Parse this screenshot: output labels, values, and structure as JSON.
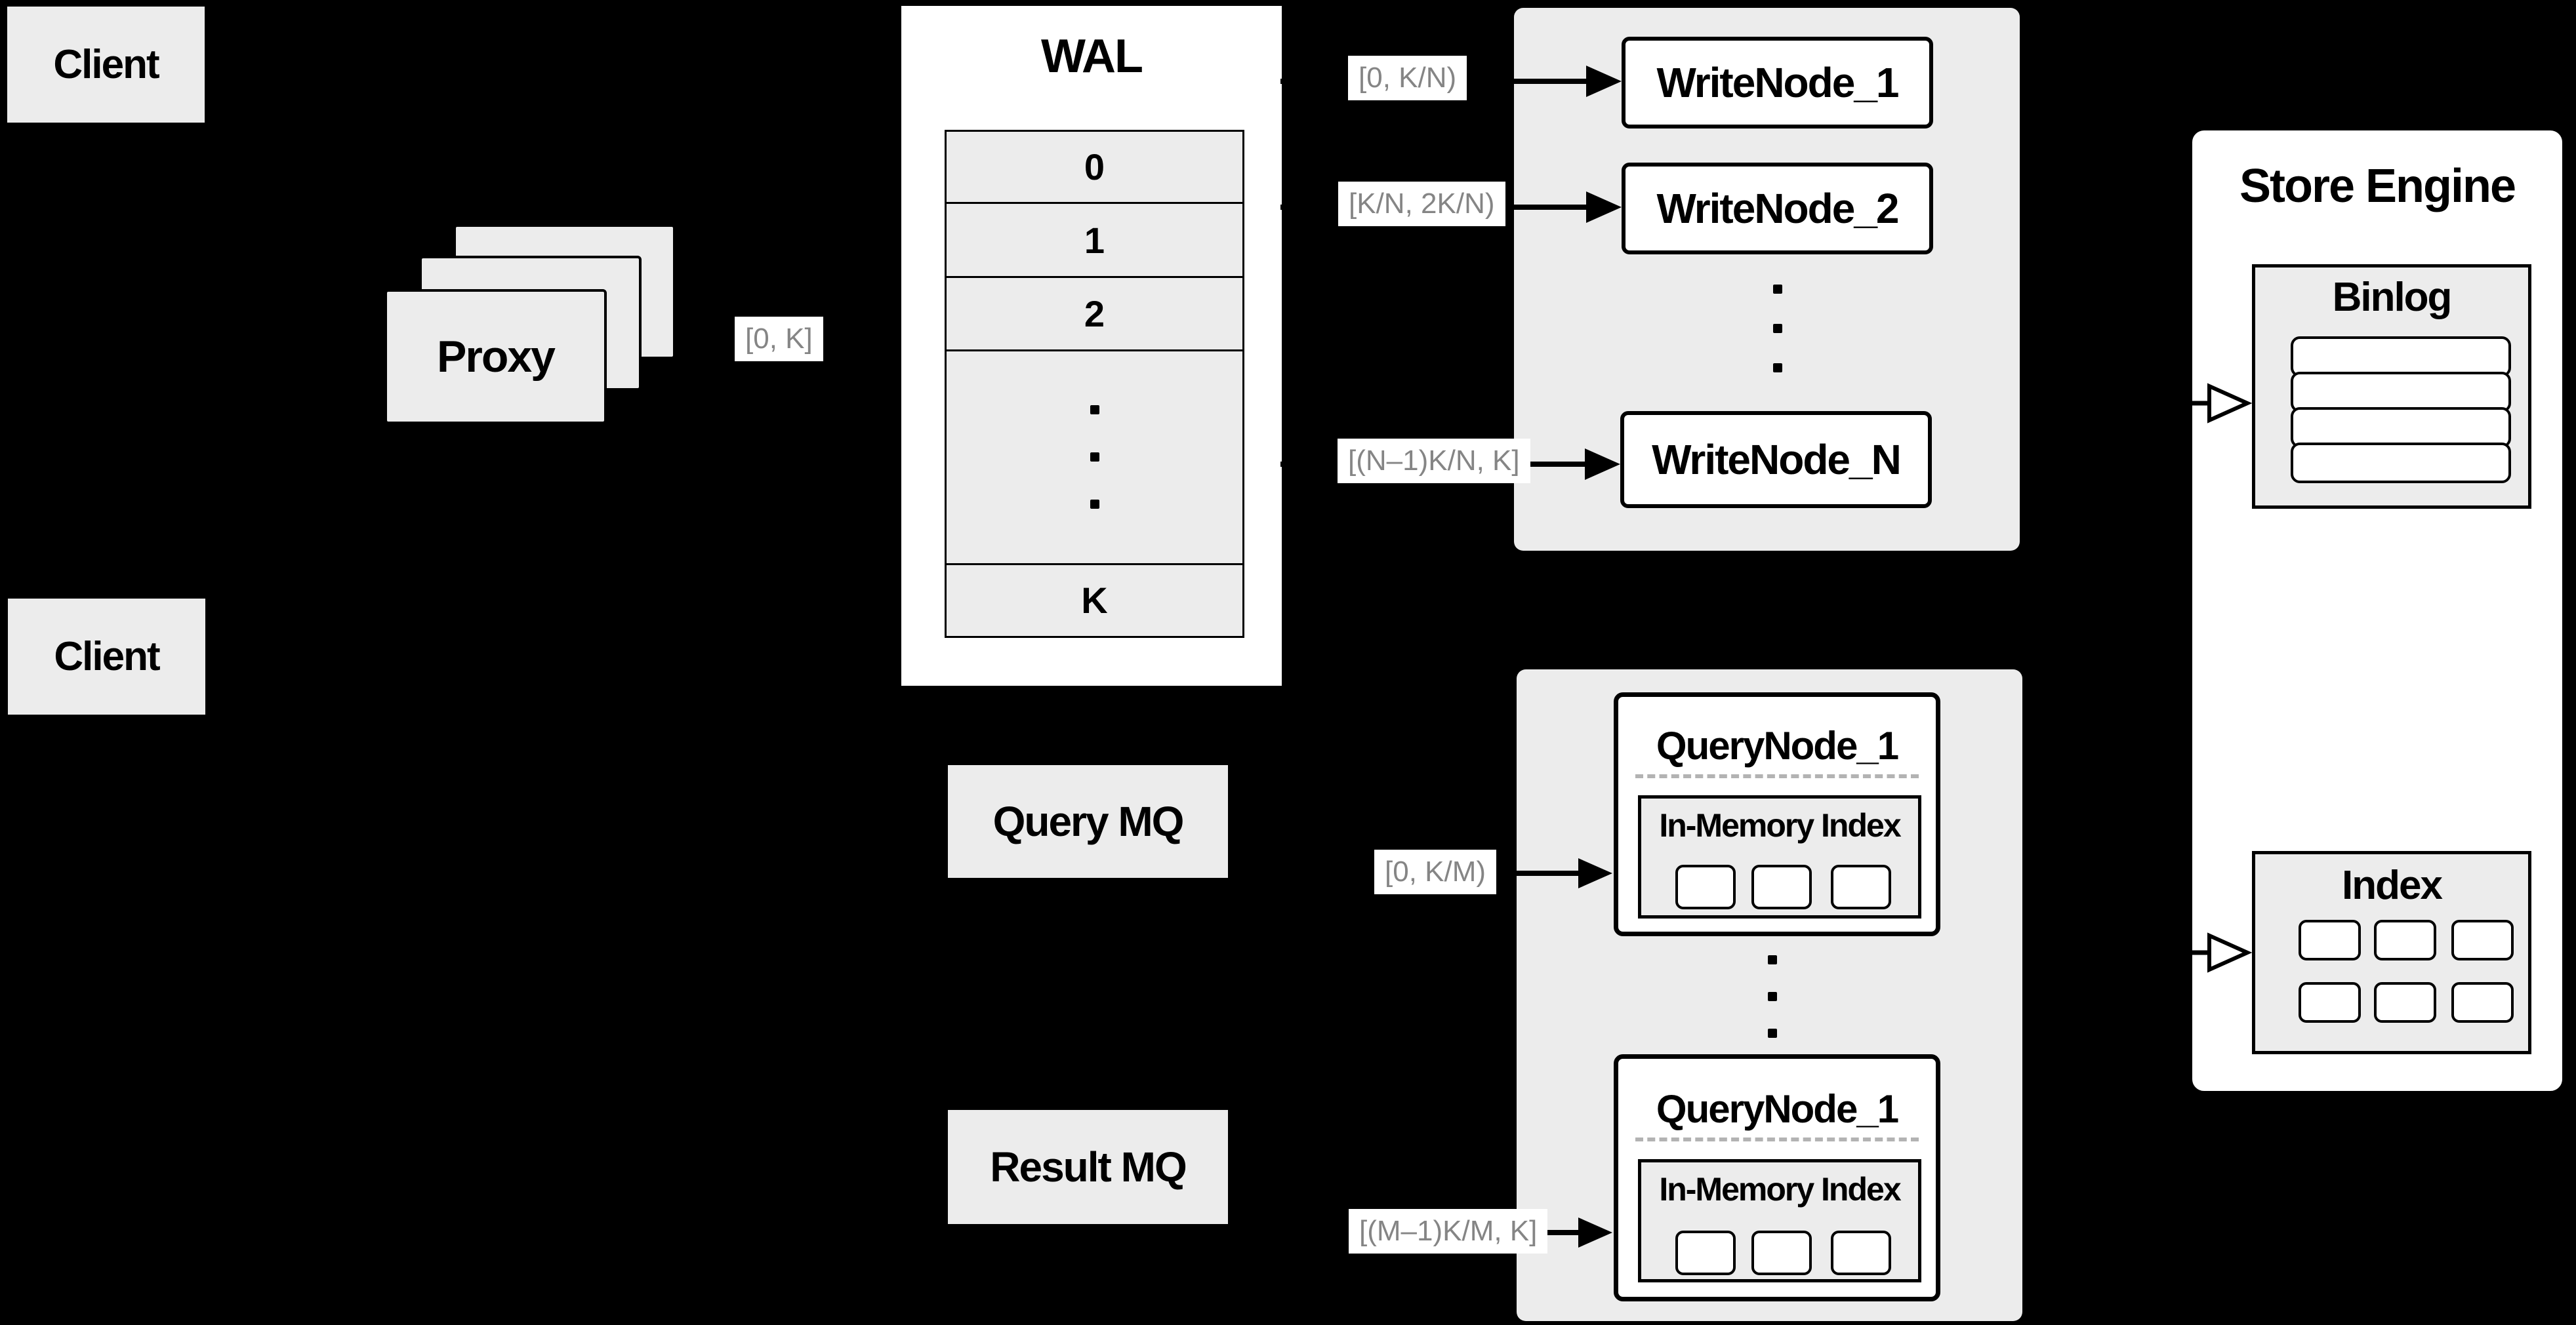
{
  "diagram": {
    "clients": {
      "top_label": "Client",
      "middle_label": "Client"
    },
    "proxy": {
      "label": "Proxy"
    },
    "wal": {
      "title": "WAL",
      "rows": [
        "0",
        "1",
        "2",
        "K"
      ]
    },
    "write_nodes": [
      "WriteNode_1",
      "WriteNode_2",
      "WriteNode_N"
    ],
    "query_nodes": {
      "top": {
        "title": "QueryNode_1",
        "inner_title": "In-Memory Index"
      },
      "bottom": {
        "title": "QueryNode_1",
        "inner_title": "In-Memory Index"
      }
    },
    "store_engine": {
      "title": "Store Engine",
      "binlog": {
        "title": "Binlog"
      },
      "index": {
        "title": "Index"
      }
    },
    "mq": {
      "query_label": "Query MQ",
      "result_label": "Result MQ"
    },
    "range_labels": {
      "proxy_out": "[0, K]",
      "writenode_1": "[0, K/N)",
      "writenode_2": "[K/N, 2K/N)",
      "writenode_n": "[(N–1)K/N, K]",
      "querynode_top": "[0, K/M)",
      "querynode_bottom": "[(M–1)K/M, K]"
    },
    "colors": {
      "background": "#000000",
      "panel_fill": "#ececec",
      "box_fill": "#ffffff",
      "label_text": "#858585",
      "line": "#000000"
    }
  }
}
